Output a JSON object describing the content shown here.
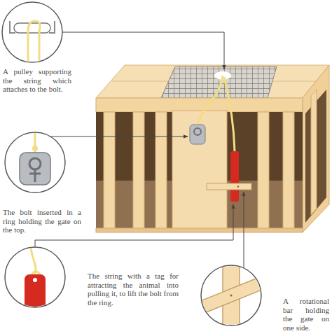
{
  "diagram": {
    "nodes": [
      {
        "text": [
          "A pulley supporting the string which attaches to the bolt."
        ]
      },
      {
        "text": [
          "The bolt inserted in a ring holding the gate on the top."
        ]
      },
      {
        "text": [
          "The string with a tag for attracting the animal into pulling it, to lift the bolt from the ring."
        ]
      },
      {
        "text": [
          "A rotational bar holding the gate on one side."
        ]
      }
    ]
  }
}
